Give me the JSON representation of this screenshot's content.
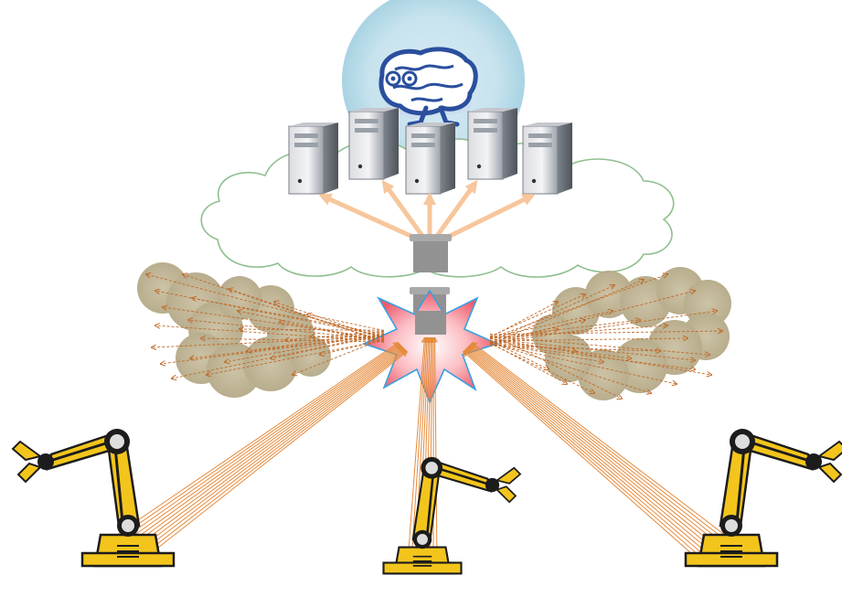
{
  "diagram": {
    "nodes": [
      {
        "id": "brain",
        "icon": "brain-icon",
        "kind": "intelligence"
      },
      {
        "id": "cloud",
        "icon": "cloud-icon",
        "kind": "cloud"
      },
      {
        "id": "server-1",
        "icon": "server-icon",
        "kind": "server"
      },
      {
        "id": "server-2",
        "icon": "server-icon",
        "kind": "server"
      },
      {
        "id": "server-3",
        "icon": "server-icon",
        "kind": "server"
      },
      {
        "id": "server-4",
        "icon": "server-icon",
        "kind": "server"
      },
      {
        "id": "server-5",
        "icon": "server-icon",
        "kind": "server"
      },
      {
        "id": "gateway",
        "icon": "funnel-pipe-icon",
        "kind": "gateway"
      },
      {
        "id": "collision",
        "icon": "burst-icon",
        "kind": "bottleneck"
      },
      {
        "id": "dust-left",
        "icon": "dust-cloud-icon",
        "kind": "dropped-data"
      },
      {
        "id": "dust-right",
        "icon": "dust-cloud-icon",
        "kind": "dropped-data"
      },
      {
        "id": "robot-left",
        "icon": "robot-arm-icon",
        "kind": "robot"
      },
      {
        "id": "robot-center",
        "icon": "robot-arm-icon",
        "kind": "robot"
      },
      {
        "id": "robot-right",
        "icon": "robot-arm-icon",
        "kind": "robot"
      }
    ],
    "colors": {
      "brain": "#2a4f9e",
      "halo": "#b8dce9",
      "cloud_stroke": "#8fbf8f",
      "server": "#9ea4ad",
      "gateway": "#8f8f8f",
      "burst": "#f06a78",
      "arrow_orange": "#e58a3a",
      "server_arrow": "#f7c69c",
      "dust": "#b9ad8e",
      "robot_yellow": "#f3c51c",
      "robot_black": "#1c1c1c"
    }
  }
}
